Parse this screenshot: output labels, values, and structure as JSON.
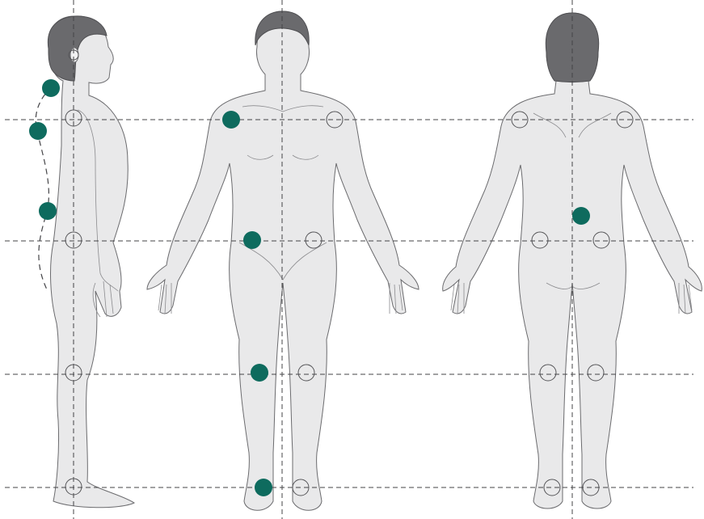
{
  "figures": [
    {
      "id": "side",
      "view": "side"
    },
    {
      "id": "front",
      "view": "front"
    },
    {
      "id": "back",
      "view": "back"
    }
  ],
  "colors": {
    "marker": "#0e6b5e",
    "body": "#e9e9ea",
    "outline": "#6b6b6e",
    "hair": "#6a6a6d",
    "guide": "#444447"
  },
  "icons": {
    "filled_marker": "filled-circle",
    "joint_reference": "ring-circle"
  }
}
